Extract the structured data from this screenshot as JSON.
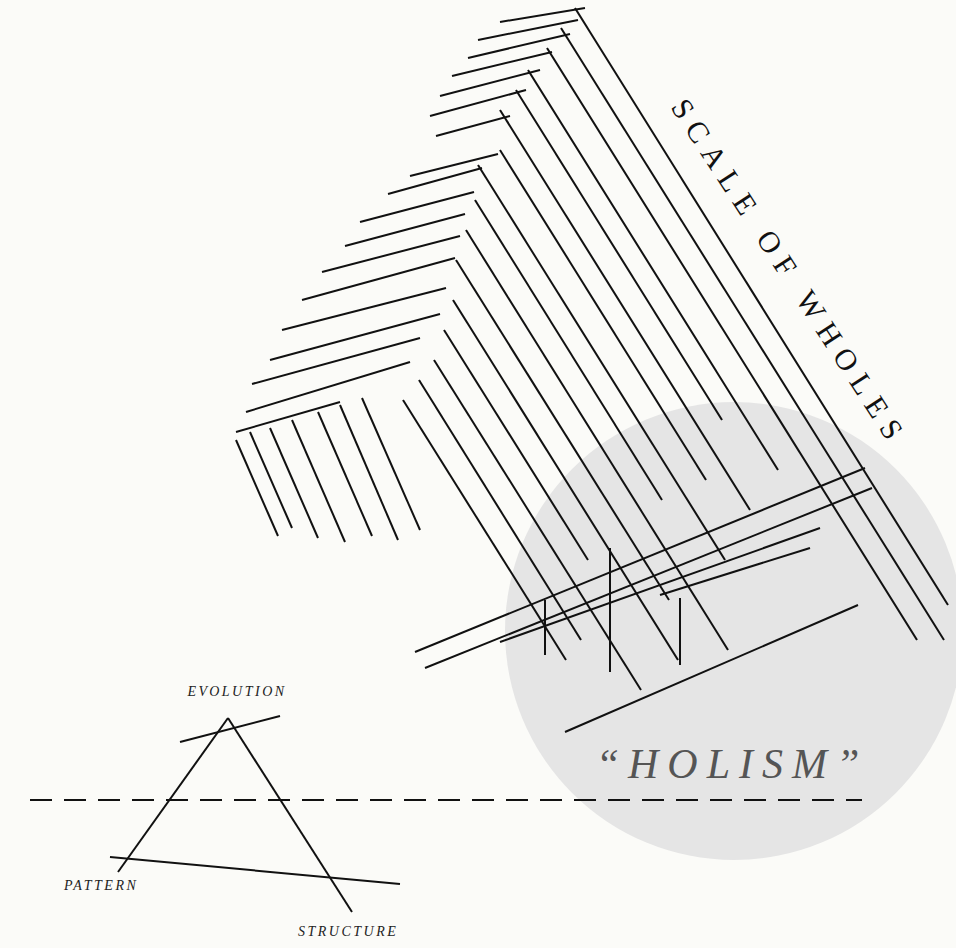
{
  "diagram": {
    "nodes": [
      {
        "text": [
          "“HOLISM”"
        ]
      }
    ],
    "labels": [
      "SCALE OF WHOLES",
      "EVOLUTION",
      "PATTERN",
      "STRUCTURE"
    ]
  }
}
